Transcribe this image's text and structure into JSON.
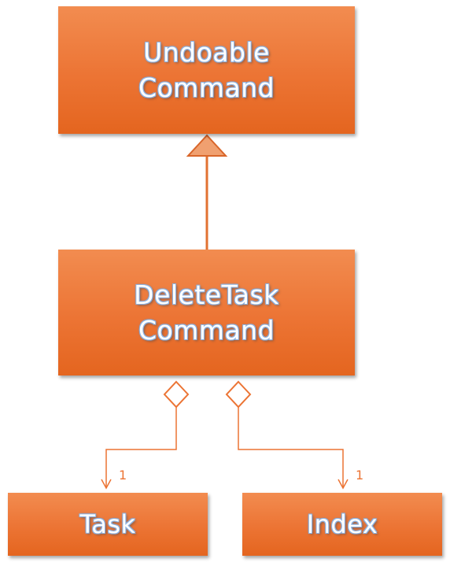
{
  "classes": {
    "undoable_command": {
      "line1": "Undoable",
      "line2": "Command"
    },
    "delete_task_command": {
      "line1": "DeleteTask",
      "line2": "Command"
    },
    "task": {
      "label": "Task"
    },
    "index": {
      "label": "Index"
    }
  },
  "relations": {
    "inheritance": {
      "from": "DeleteTask Command",
      "to": "Undoable Command"
    },
    "aggregation_task": {
      "from": "DeleteTask Command",
      "to": "Task",
      "multiplicity": "1"
    },
    "aggregation_index": {
      "from": "DeleteTask Command",
      "to": "Index",
      "multiplicity": "1"
    }
  },
  "colors": {
    "box_fill": "#ec7434",
    "connector": "#ec7434",
    "text_outline": "#8db3e2"
  }
}
